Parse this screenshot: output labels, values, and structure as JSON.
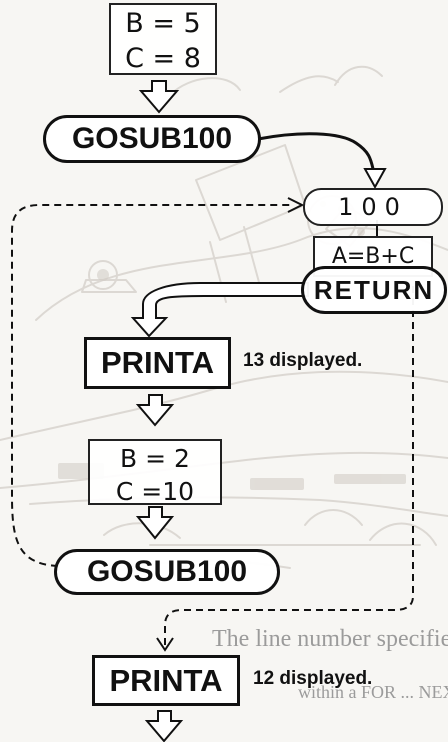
{
  "diagram": {
    "initial_values": [
      "B = 5",
      "C = 8"
    ],
    "gosub_first": "GOSUB100",
    "subroutine_start": "100",
    "subroutine_statement": "A=B+C",
    "return_label": "RETURN",
    "first_print": "PRINTA",
    "first_result": "13 displayed.",
    "updated_values": [
      "B = 2",
      "C =10"
    ],
    "gosub_second": "GOSUB100",
    "second_print": "PRINTA",
    "second_result": "12 displayed."
  },
  "background_caption": {
    "line1": "The line number specified in a GO",
    "line2": "within a FOR ... NEXT loop."
  }
}
